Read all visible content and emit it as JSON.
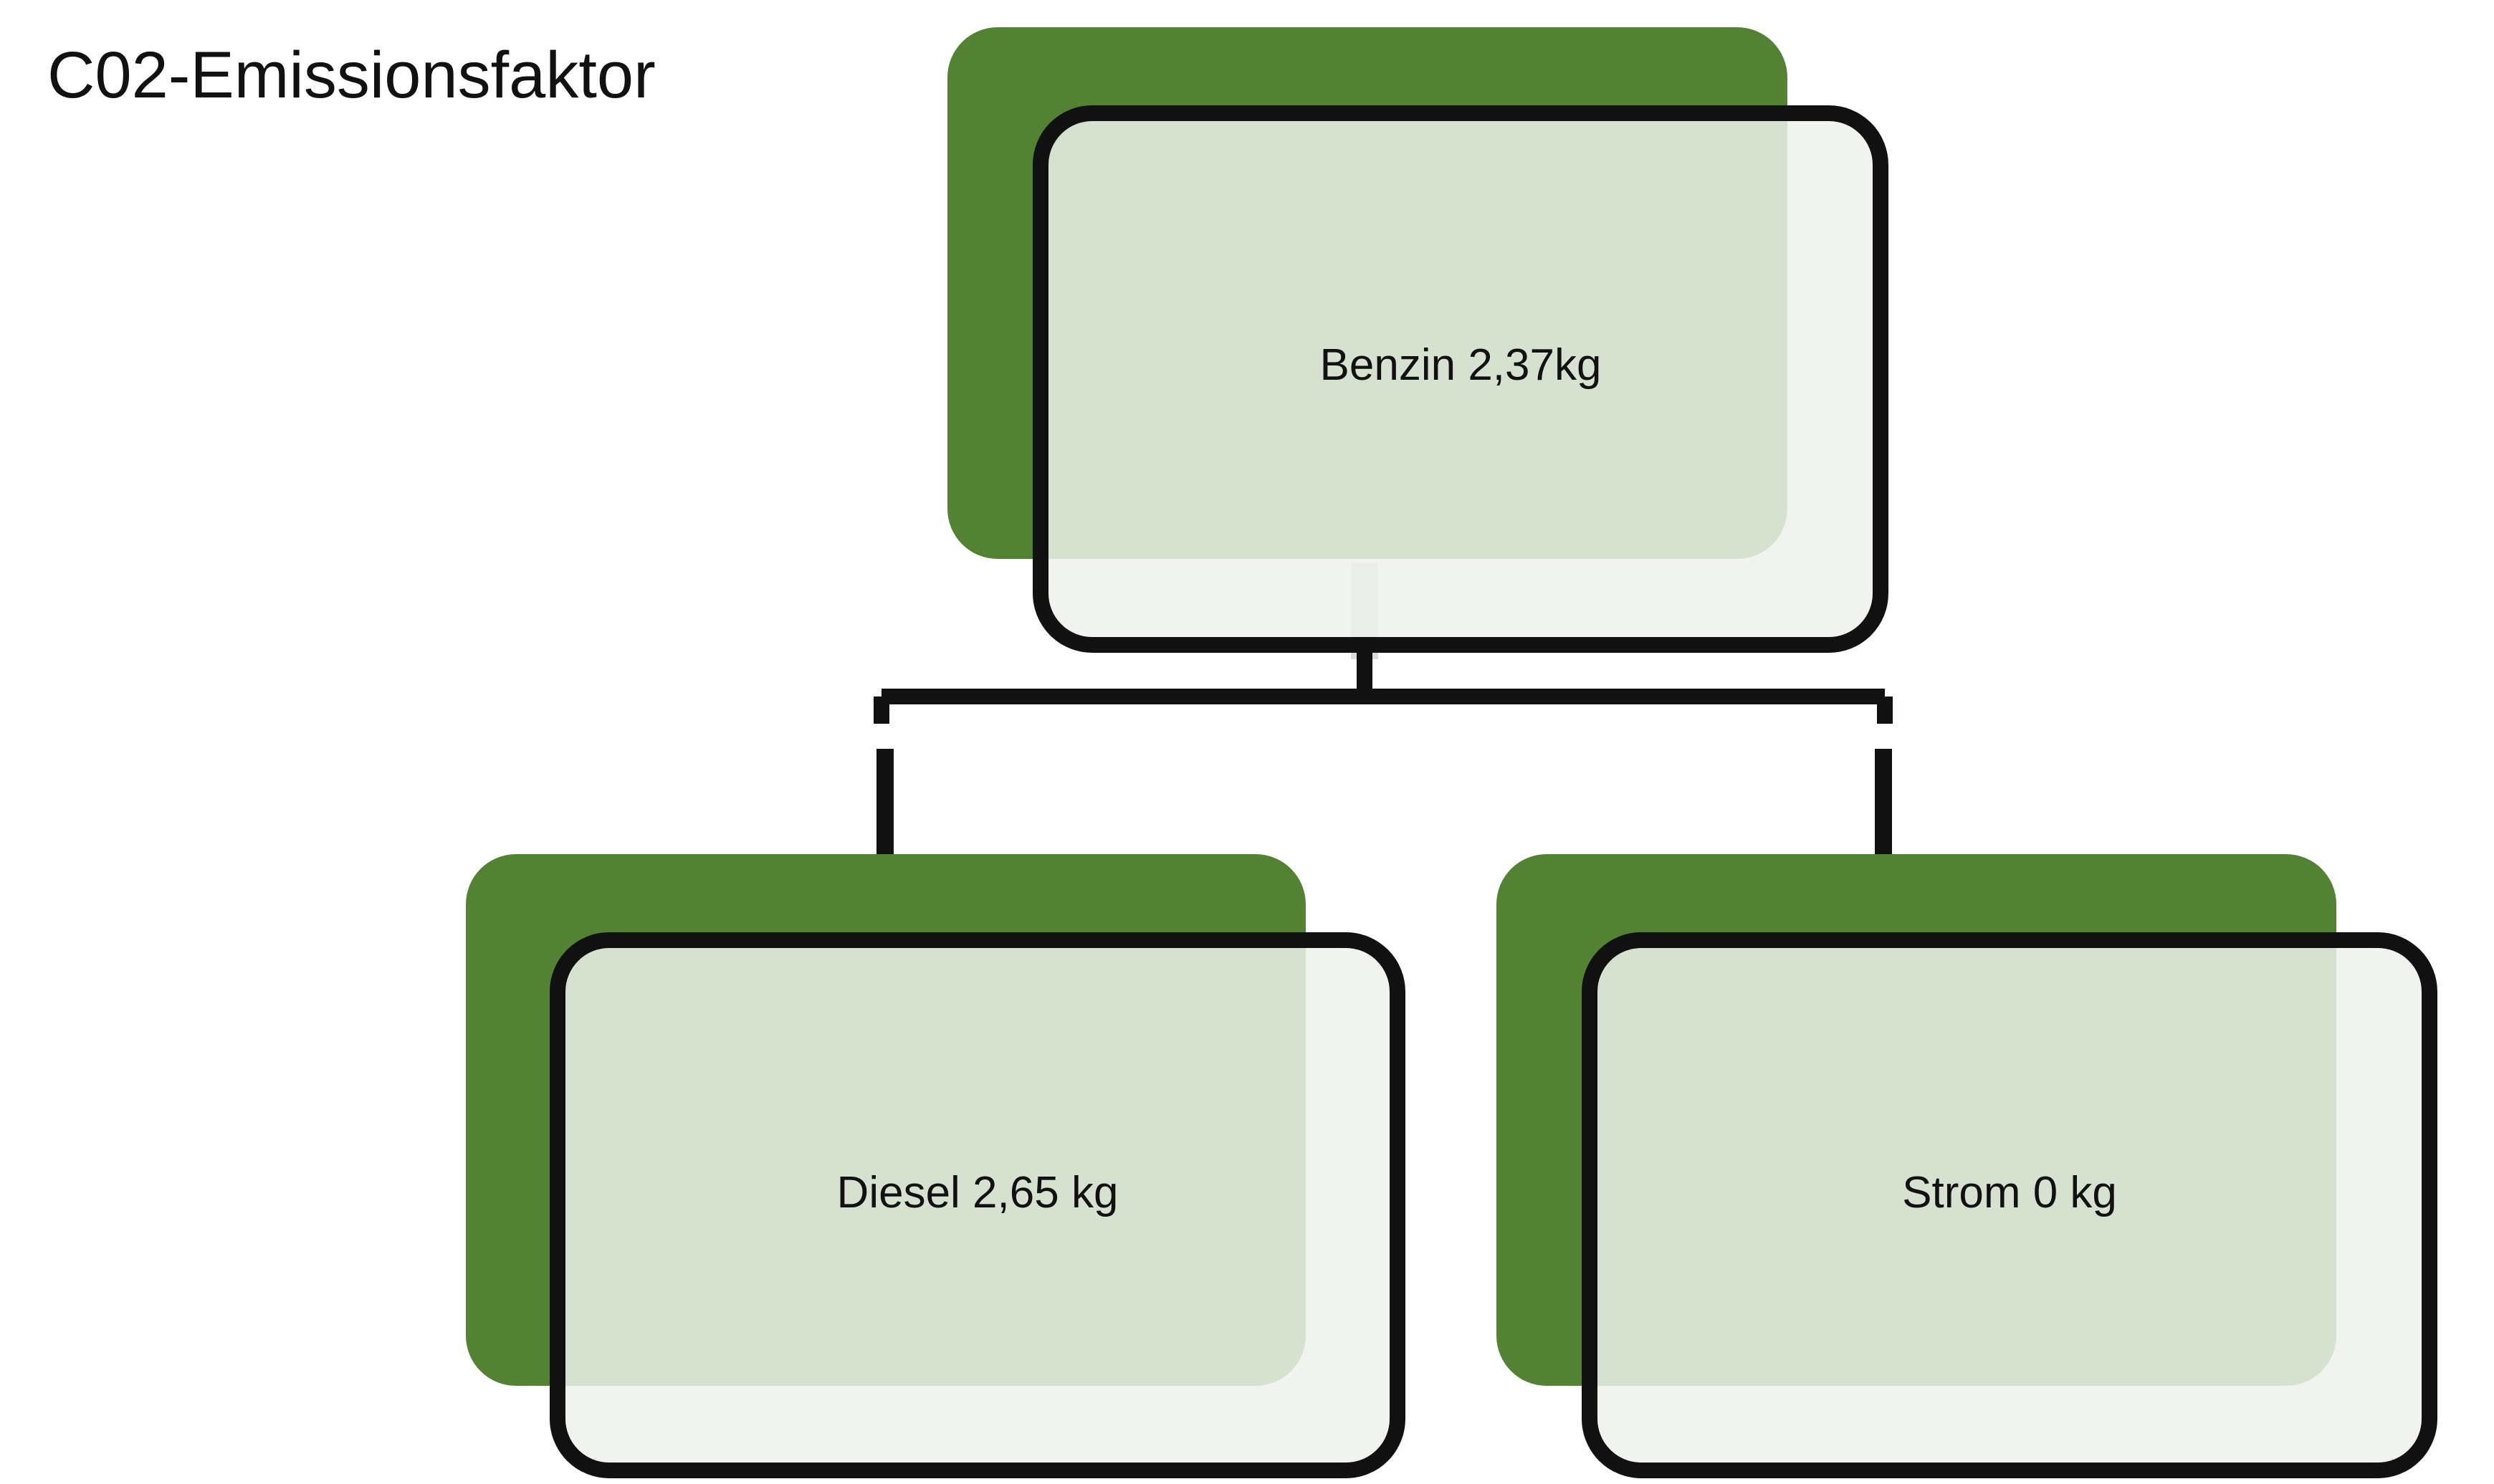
{
  "title": "C02-Emissionsfaktor",
  "colors": {
    "accent_green": "#548235",
    "card_fill": "#eef2eb",
    "outline": "#111111",
    "stem": "#dcdcdc"
  },
  "tree": {
    "root": {
      "label": "Benzin 2,37kg"
    },
    "children": [
      {
        "label": "Diesel 2,65 kg"
      },
      {
        "label": "Strom 0 kg"
      }
    ]
  }
}
